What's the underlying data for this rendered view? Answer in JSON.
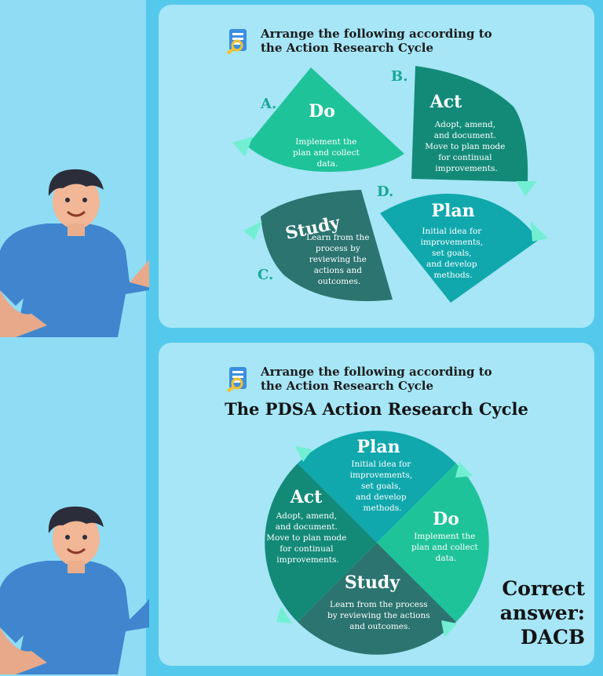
{
  "prompt": "Arrange the following according to\nthe Action Research Cycle",
  "heading": "The PDSA Action Research Cycle",
  "answer": "Correct\nanswer:\nDACB",
  "quiz": {
    "do": {
      "letter": "A.",
      "title": "Do",
      "lines": [
        "Implement the",
        "plan and collect",
        "data."
      ]
    },
    "act": {
      "letter": "B.",
      "title": "Act",
      "lines": [
        "Adopt, amend,",
        "and document.",
        "Move to plan mode",
        "for continual",
        "improvements."
      ]
    },
    "study": {
      "letter": "C.",
      "title": "Study",
      "lines": [
        "Learn from the",
        "process by",
        "reviewing the",
        "actions and",
        "outcomes."
      ]
    },
    "plan": {
      "letter": "D.",
      "title": "Plan",
      "lines": [
        "Initial idea for",
        "improvements,",
        "set goals,",
        "and develop",
        "methods."
      ]
    }
  },
  "cycle": {
    "plan": {
      "title": "Plan",
      "lines": [
        "Initial idea for",
        "improvements,",
        "set goals,",
        "and develop",
        "methods."
      ]
    },
    "do": {
      "title": "Do",
      "lines": [
        "Implement the",
        "plan and collect",
        "data."
      ]
    },
    "study": {
      "title": "Study",
      "lines": [
        "Learn from the process",
        "by reviewing the actions",
        "and outcomes."
      ]
    },
    "act": {
      "title": "Act",
      "lines": [
        "Adopt, amend,",
        "and document.",
        "Move to plan mode",
        "for continual",
        "improvements."
      ]
    }
  },
  "colors": {
    "do": "#1fc39a",
    "act": "#138a78",
    "study": "#2b7470",
    "plan": "#10a8ad",
    "arrow": "#72efd2",
    "letter": "#1aa896"
  },
  "icons": [
    "document-magnifier-icon",
    "character-illustration"
  ]
}
